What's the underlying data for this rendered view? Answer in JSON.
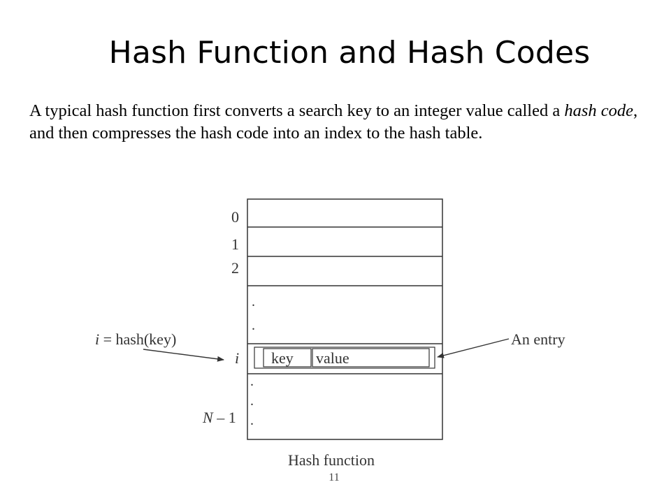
{
  "slide": {
    "title": "Hash Function and Hash Codes",
    "paragraph": {
      "part1": "A typical hash function first converts a search key to an integer value called a ",
      "emphasis": "hash code",
      "part2": ", and then compresses the hash code into an index to the hash table."
    },
    "slide_number": "11"
  },
  "diagram": {
    "caption": "Hash function",
    "row_labels": {
      "r0": "0",
      "r1": "1",
      "r2": "2",
      "ri": "i",
      "rn_var": "N",
      "rn_suffix": " – 1"
    },
    "entry_cells": {
      "key": "key",
      "value": "value"
    },
    "left_annotation": {
      "var": "i",
      "rest": " = hash(key)"
    },
    "right_annotation": "An entry",
    "dots": ".",
    "colors": {
      "stroke": "#333333",
      "text": "#333333"
    }
  }
}
